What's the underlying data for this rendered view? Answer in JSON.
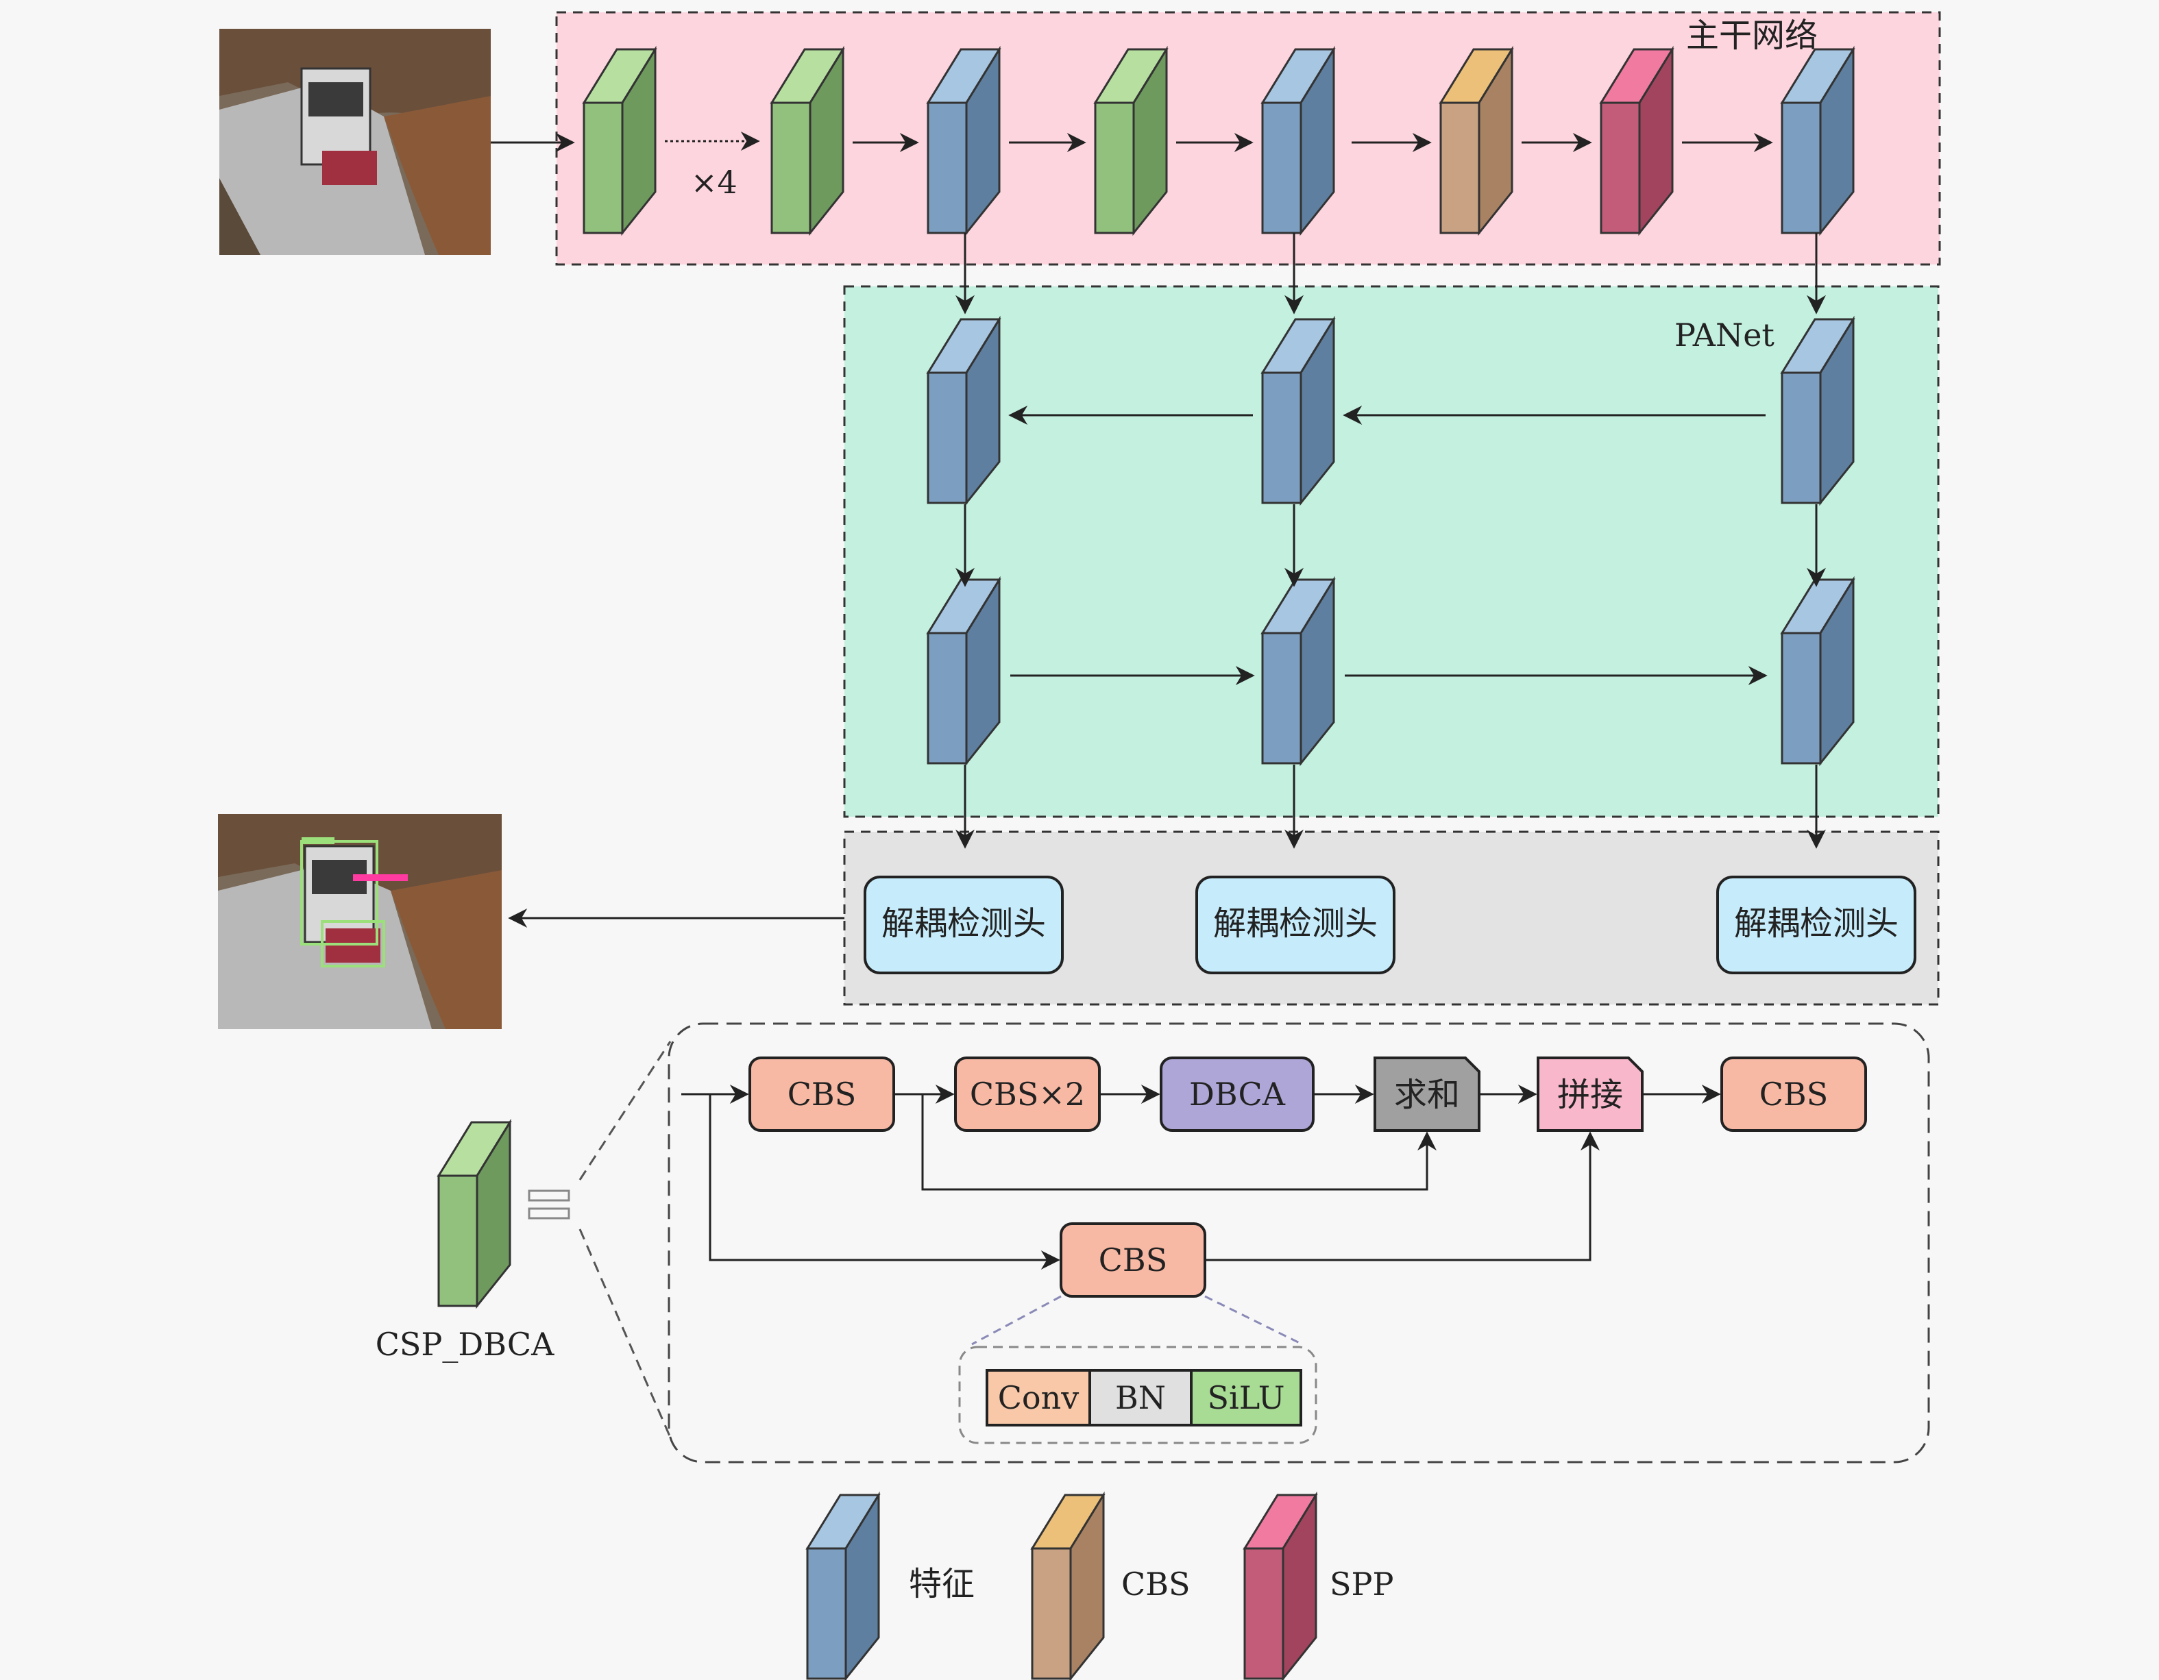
{
  "regions": {
    "backbone_label": "主干网络",
    "panet_label": "PANet"
  },
  "repeat_label": "×4",
  "heads": [
    "解耦检测头",
    "解耦检测头",
    "解耦检测头"
  ],
  "csp": {
    "name": "CSP_DBCA",
    "blocks": {
      "cbs_a": "CBS",
      "cbs_x2": "CBS×2",
      "dbca": "DBCA",
      "sum": "求和",
      "concat": "拼接",
      "cbs_out": "CBS",
      "cbs_branch": "CBS"
    },
    "cbs_parts": [
      "Conv",
      "BN",
      "SiLU"
    ]
  },
  "legend": [
    {
      "label": "特征",
      "color": "#7c9fc1"
    },
    {
      "label": "CBS",
      "color": "#c8a282"
    },
    {
      "label": "SPP",
      "color": "#c35c79"
    }
  ],
  "colors": {
    "backbone_bg": "#fdd5df",
    "panet_bg": "#c4f0e0",
    "head_bg": "#e3e3e3",
    "head_box": "#c6ecfb",
    "cbs_block": "#f8b9a4",
    "dbca_block": "#ada6d7",
    "sum_block": "#a0a0a0",
    "concat_block": "#f9b7cc",
    "green": "#91c17c",
    "blue": "#7c9fc1",
    "orange": "#c8a282",
    "pink": "#c35c79"
  }
}
